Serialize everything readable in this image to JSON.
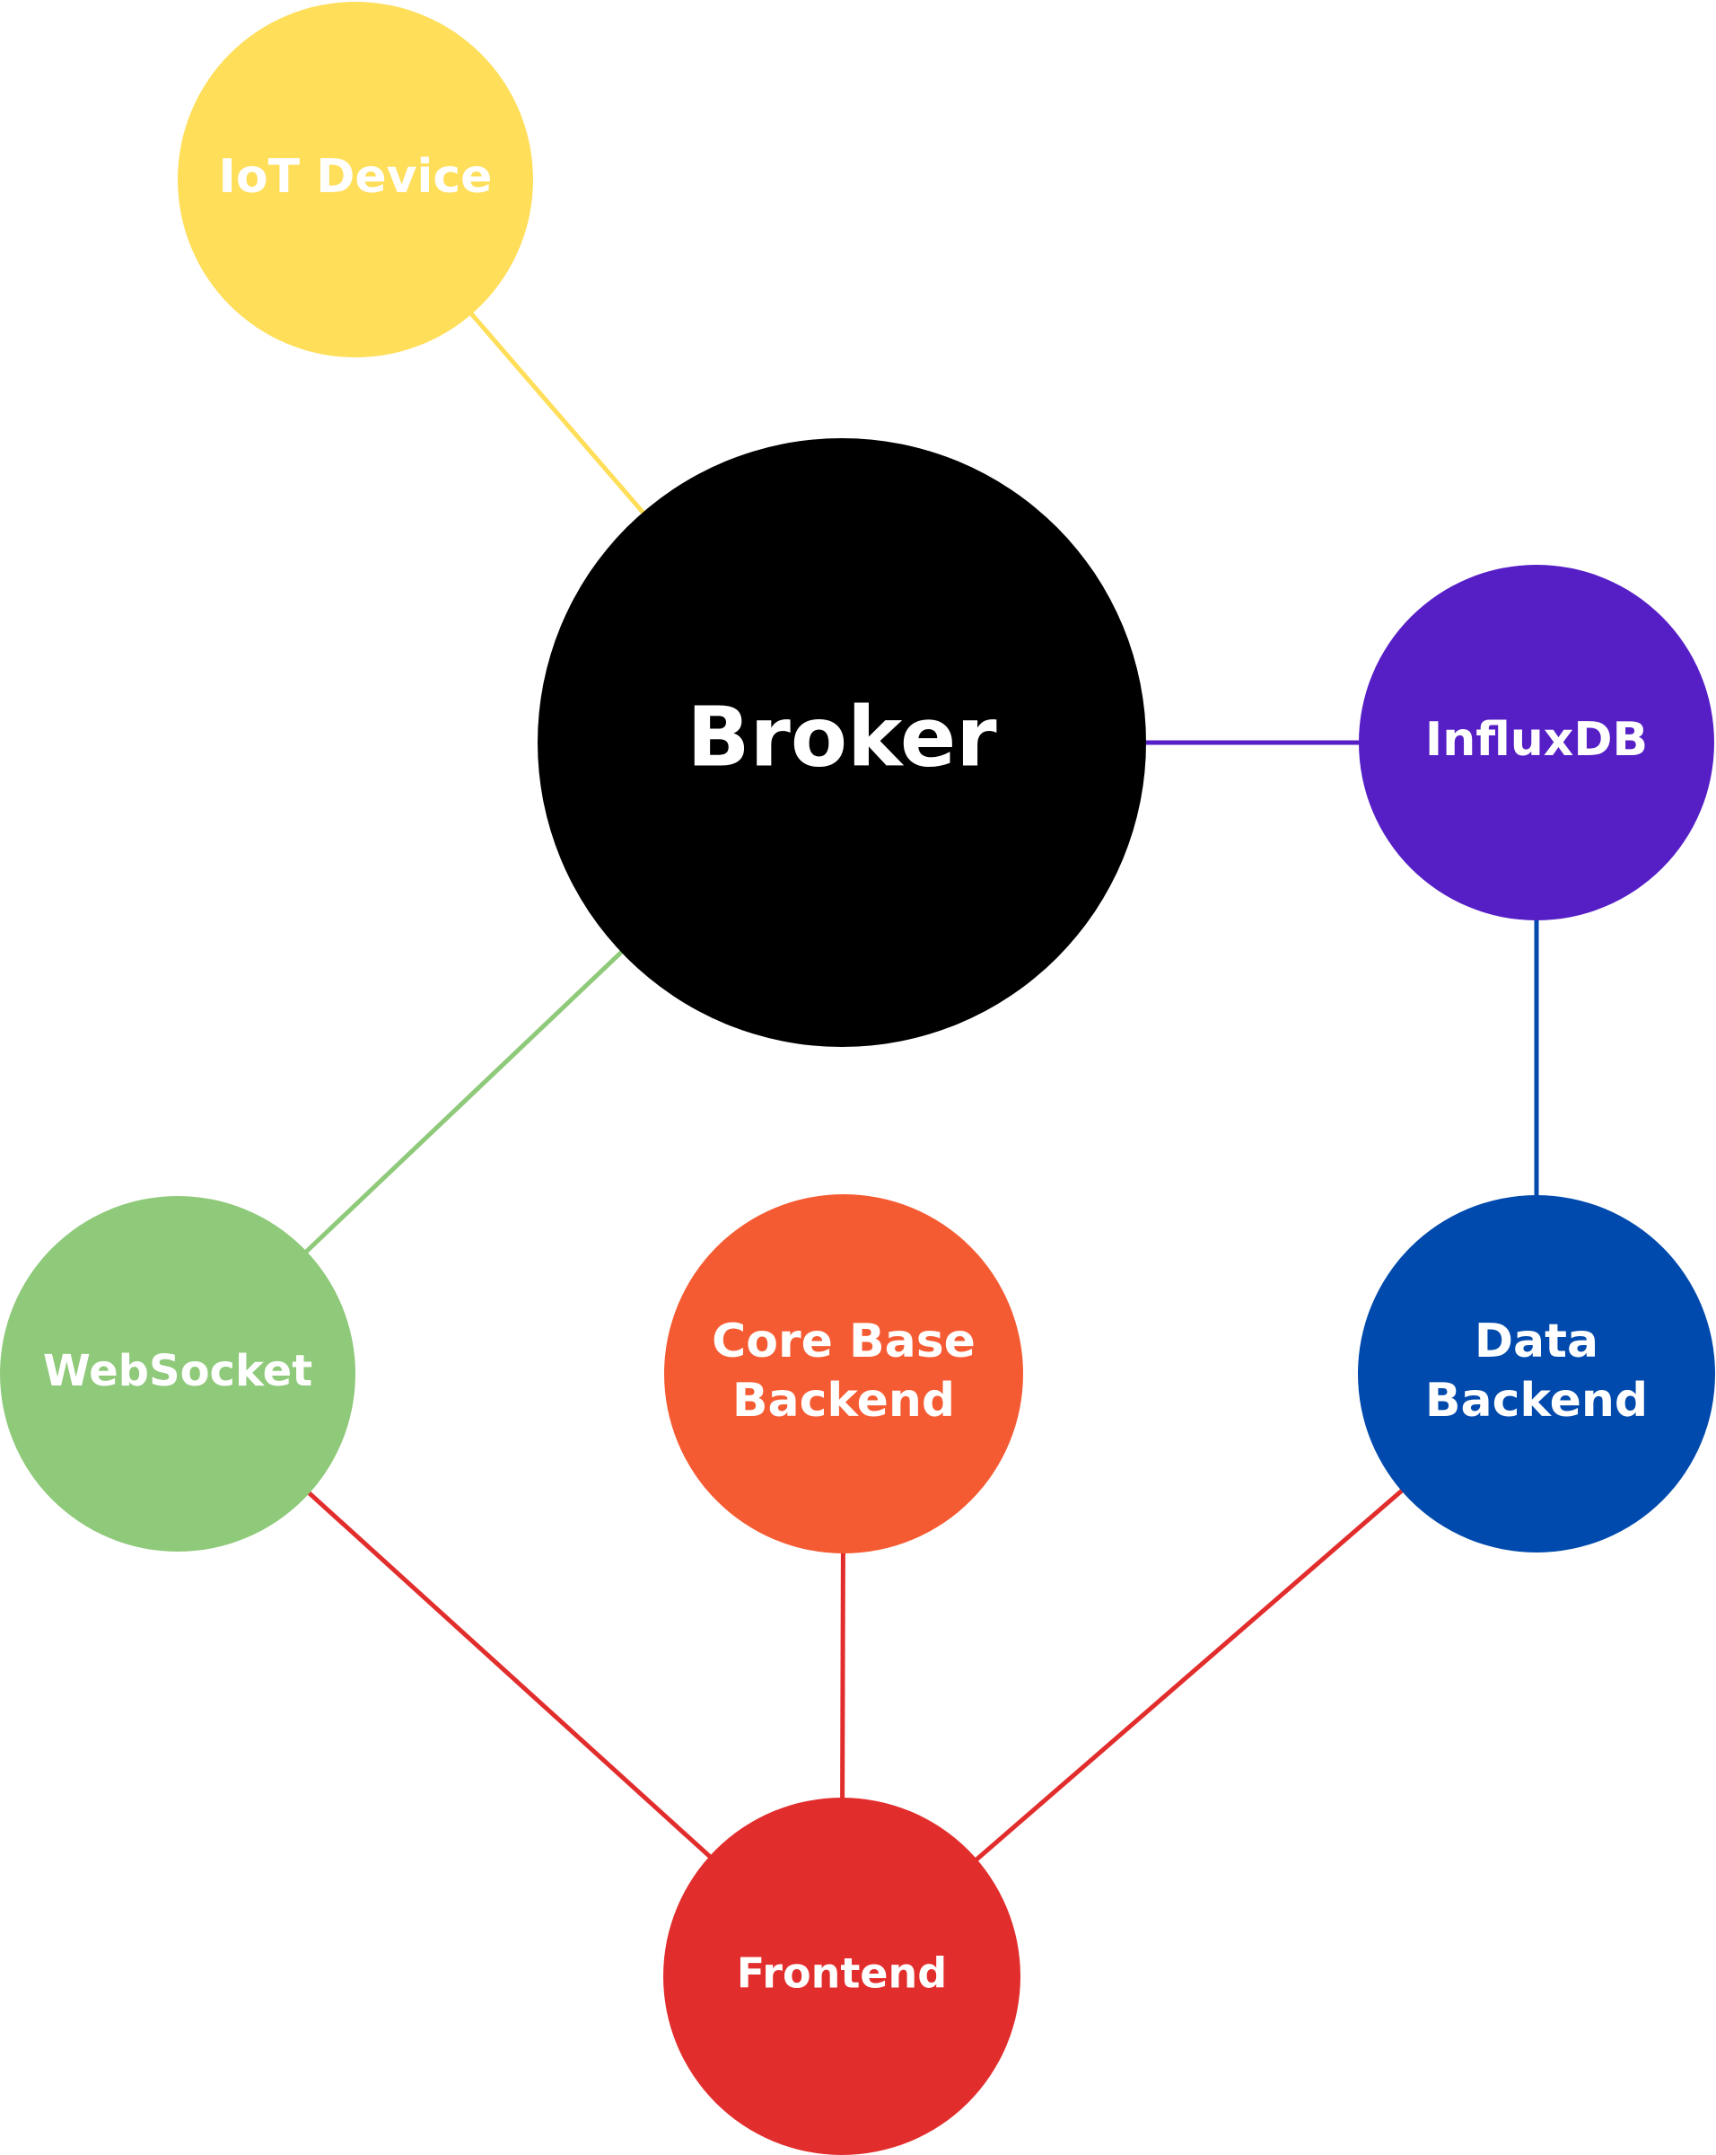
{
  "diagram": {
    "nodes": [
      {
        "id": "iot",
        "name": "node-iot-device",
        "label": [
          "IoT Device"
        ],
        "color": "#FFDE59"
      },
      {
        "id": "broker",
        "name": "node-broker",
        "label": [
          "Broker"
        ],
        "color": "#000000"
      },
      {
        "id": "influx",
        "name": "node-influxdb",
        "label": [
          "InfluxDB"
        ],
        "color": "#561FC6"
      },
      {
        "id": "websocket",
        "name": "node-websocket",
        "label": [
          "WebSocket"
        ],
        "color": "#8FC97A"
      },
      {
        "id": "core",
        "name": "node-core-base-backend",
        "label": [
          "Core Base",
          "Backend"
        ],
        "color": "#F55B32"
      },
      {
        "id": "data",
        "name": "node-data-backend",
        "label": [
          "Data",
          "Backend"
        ],
        "color": "#004AAD"
      },
      {
        "id": "frontend",
        "name": "node-frontend",
        "label": [
          "Frontend"
        ],
        "color": "#E22D2D"
      }
    ],
    "edges": [
      {
        "from": "iot",
        "to": "broker",
        "color": "#FFDE59"
      },
      {
        "from": "broker",
        "to": "influx",
        "color": "#561FC6"
      },
      {
        "from": "influx",
        "to": "data",
        "color": "#004AAD"
      },
      {
        "from": "broker",
        "to": "websocket",
        "color": "#8FC97A"
      },
      {
        "from": "websocket",
        "to": "frontend",
        "color": "#E22D2D"
      },
      {
        "from": "core",
        "to": "frontend",
        "color": "#E22D2D"
      },
      {
        "from": "data",
        "to": "frontend",
        "color": "#E22D2D"
      }
    ]
  }
}
